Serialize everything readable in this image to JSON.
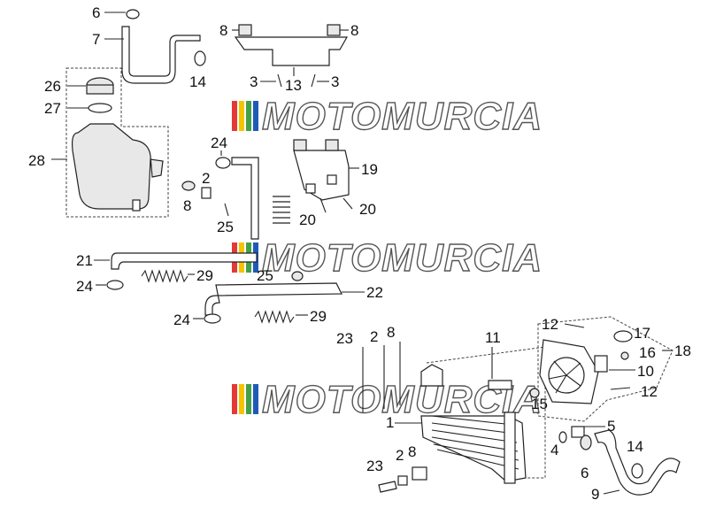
{
  "watermark": {
    "text": "MOTOMURCIA",
    "stripe_colors": [
      "#e53935",
      "#f5c400",
      "#43a047",
      "#1e5bb8"
    ]
  },
  "callouts": {
    "c6": "6",
    "c7": "7",
    "c14a": "14",
    "c26": "26",
    "c27": "27",
    "c28": "28",
    "c8a": "8",
    "c8b": "8",
    "c3a": "3",
    "c13": "13",
    "c3b": "3",
    "c24a": "24",
    "c2a": "2",
    "c8c": "8",
    "c25a": "25",
    "c19": "19",
    "c20a": "20",
    "c20b": "20",
    "c21": "21",
    "c29a": "29",
    "c24b": "24",
    "c25b": "25",
    "c22": "22",
    "c24c": "24",
    "c29b": "29",
    "c23a": "23",
    "c2b": "2",
    "c8d": "8",
    "c11": "11",
    "c1": "1",
    "c12a": "12",
    "c17": "17",
    "c16": "16",
    "c18": "18",
    "c10": "10",
    "c15": "15",
    "c12b": "12",
    "c5": "5",
    "c4": "4",
    "c6b": "6",
    "c14b": "14",
    "c9": "9",
    "c23b": "23",
    "c2c": "2",
    "c8e": "8"
  }
}
